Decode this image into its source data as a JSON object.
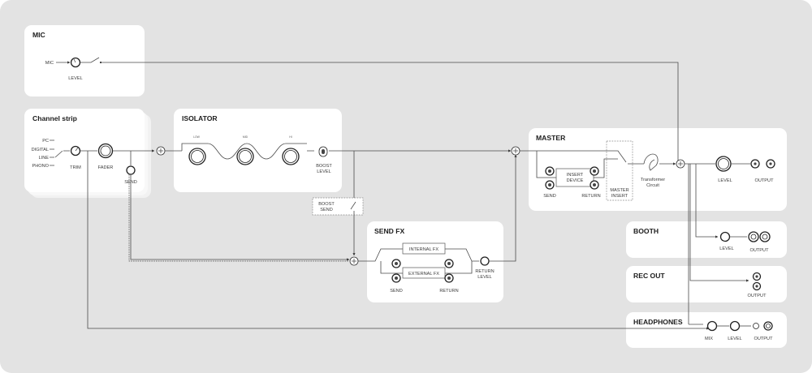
{
  "sections": {
    "mic": "MIC",
    "channel_strip": "Channel strip",
    "isolator": "ISOLATOR",
    "master": "MASTER",
    "send_fx": "SEND FX",
    "booth": "BOOTH",
    "rec_out": "REC OUT",
    "headphones": "HEADPHONES"
  },
  "mic": {
    "input": "MIC",
    "level": "LEVEL"
  },
  "channel_strip": {
    "inputs": [
      "PC",
      "DIGITAL",
      "LINE",
      "PHONO"
    ],
    "trim": "TRIM",
    "fader": "FADER",
    "send": "SEND"
  },
  "isolator": {
    "bands": [
      "LOW",
      "MID",
      "HI"
    ],
    "boost_level": [
      "BOOST",
      "LEVEL"
    ]
  },
  "boost_send": [
    "BOOST",
    "SEND"
  ],
  "send_fx": {
    "internal_fx": "INTERNAL FX",
    "external_fx": "EXTERNAL FX",
    "send": "SEND",
    "return": "RETURN",
    "return_level": [
      "RETURN",
      "LEVEL"
    ]
  },
  "master": {
    "insert_device": [
      "INSERT",
      "DEVICE"
    ],
    "send": "SEND",
    "return": "RETURN",
    "master_insert": [
      "MASTER",
      "INSERT"
    ],
    "transformer": [
      "Transformer",
      "Circuit"
    ],
    "level": "LEVEL",
    "output": "OUTPUT"
  },
  "booth": {
    "level": "LEVEL",
    "output": "OUTPUT"
  },
  "rec_out": {
    "output": "OUTPUT"
  },
  "headphones": {
    "mix": "MIX",
    "level": "LEVEL",
    "output": "OUTPUT"
  }
}
